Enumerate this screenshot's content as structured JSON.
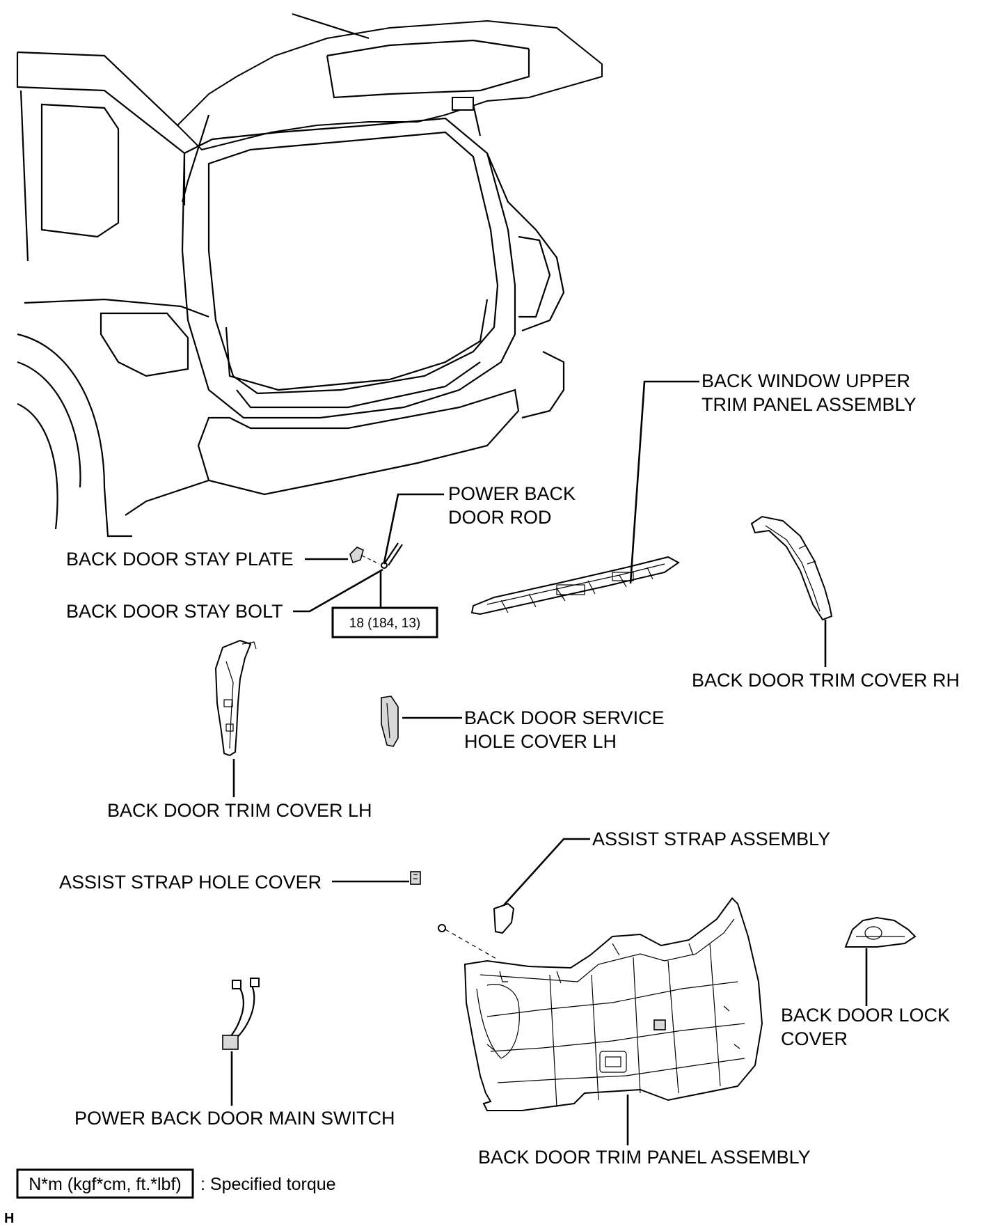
{
  "labels": {
    "back_window_upper_trim": [
      "BACK WINDOW UPPER",
      "TRIM PANEL ASSEMBLY"
    ],
    "power_back_door_rod": [
      "POWER BACK",
      "DOOR ROD"
    ],
    "back_door_stay_plate": "BACK DOOR STAY PLATE",
    "back_door_stay_bolt": "BACK DOOR STAY BOLT",
    "back_door_trim_cover_rh": "BACK DOOR TRIM COVER RH",
    "back_door_service_hole_cover_lh": [
      "BACK DOOR SERVICE",
      "HOLE COVER LH"
    ],
    "back_door_trim_cover_lh": "BACK DOOR TRIM COVER LH",
    "assist_strap_assembly": "ASSIST STRAP ASSEMBLY",
    "assist_strap_hole_cover": "ASSIST STRAP HOLE COVER",
    "back_door_lock_cover": [
      "BACK DOOR LOCK",
      "COVER"
    ],
    "power_back_door_main_switch": "POWER BACK DOOR MAIN SWITCH",
    "back_door_trim_panel_assembly": "BACK DOOR TRIM PANEL ASSEMBLY"
  },
  "torque_value": "18 (184, 13)",
  "legend": {
    "box_text": "N*m (kgf*cm, ft.*lbf)",
    "description": ": Specified torque"
  },
  "figure_code": "H"
}
